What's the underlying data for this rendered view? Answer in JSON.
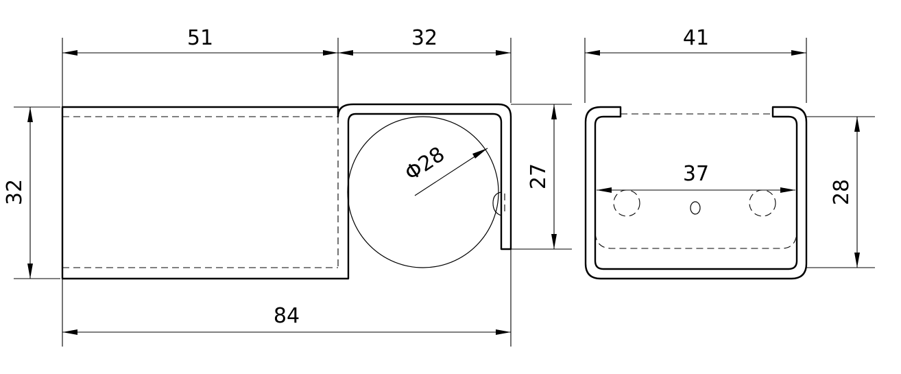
{
  "dimensions": {
    "top_left_width": "51",
    "top_right_width": "32",
    "end_view_width": "41",
    "left_height": "32",
    "diameter": "Φ28",
    "inner_height": "27",
    "hole_spacing": "37",
    "end_view_height": "28",
    "overall_length": "84"
  }
}
